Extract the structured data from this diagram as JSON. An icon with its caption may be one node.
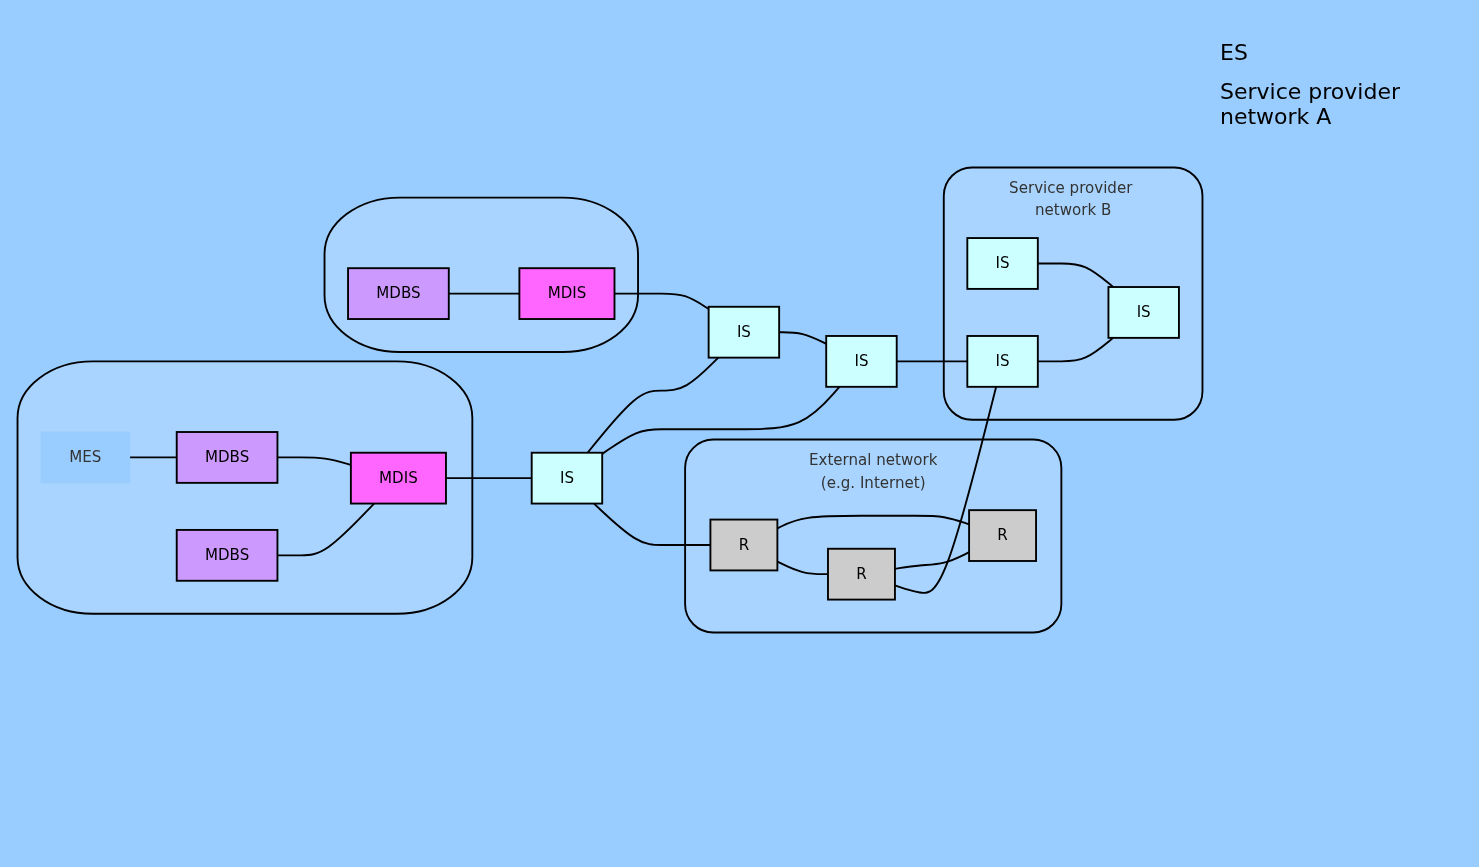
{
  "diagram": {
    "nodes": [
      {
        "text": [],
        "shape": "ellipse"
      },
      {
        "text": [
          "MES"
        ],
        "in": 0
      },
      {
        "text": [
          "MDBS"
        ],
        "in": 0
      },
      {
        "text": [
          "MDBS"
        ],
        "in": 0
      },
      {
        "text": [
          "MDIS"
        ],
        "in": 0
      },
      {
        "text": [],
        "shape": "ellipse"
      },
      {
        "text": [
          "MDBS"
        ],
        "in": 5
      },
      {
        "text": [
          "MDIS"
        ],
        "in": 5
      },
      {
        "text": [
          "IS"
        ]
      },
      {
        "text": [
          "IS"
        ]
      },
      {
        "text": [
          "IS"
        ]
      },
      {
        "text": [
          "External network",
          "(e.g. Internet)"
        ]
      },
      {
        "text": [
          "R"
        ],
        "in": 11
      },
      {
        "text": [
          "R"
        ],
        "in": 11
      },
      {
        "text": [
          "R"
        ],
        "in": 11
      },
      {
        "text": [
          "Service provider network B"
        ]
      },
      {
        "text": [
          "IS"
        ],
        "in": 15
      },
      {
        "text": [
          "IS"
        ],
        "in": 15
      },
      {
        "text": [
          "IS"
        ],
        "in": 15
      }
    ],
    "edges": [
      {
        "from": 1,
        "to": 2,
        "arrow": "none"
      },
      {
        "from": 2,
        "to": 4,
        "arrow": "none"
      },
      {
        "from": 3,
        "to": 4,
        "arrow": "none"
      },
      {
        "from": 4,
        "to": 8,
        "arrow": "none"
      },
      {
        "from": 6,
        "to": 7,
        "arrow": "none"
      },
      {
        "from": 7,
        "to": 10,
        "arrow": "none"
      },
      {
        "from": 8,
        "to": 10,
        "arrow": "none"
      },
      {
        "from": 8,
        "to": 9,
        "arrow": "none"
      },
      {
        "from": 10,
        "to": 9,
        "arrow": "none"
      },
      {
        "from": 8,
        "to": 12,
        "arrow": "none"
      },
      {
        "from": 12,
        "to": 13,
        "arrow": "none"
      },
      {
        "from": 12,
        "to": 14,
        "arrow": "none"
      },
      {
        "from": 14,
        "to": 13,
        "arrow": "none"
      },
      {
        "from": 14,
        "to": 16,
        "arrow": "none"
      },
      {
        "from": 9,
        "to": 16,
        "arrow": "none"
      },
      {
        "from": 16,
        "to": 18,
        "arrow": "none"
      },
      {
        "from": 17,
        "to": 18,
        "arrow": "none"
      }
    ],
    "labels": [
      "ES",
      "Service provider network A"
    ]
  }
}
